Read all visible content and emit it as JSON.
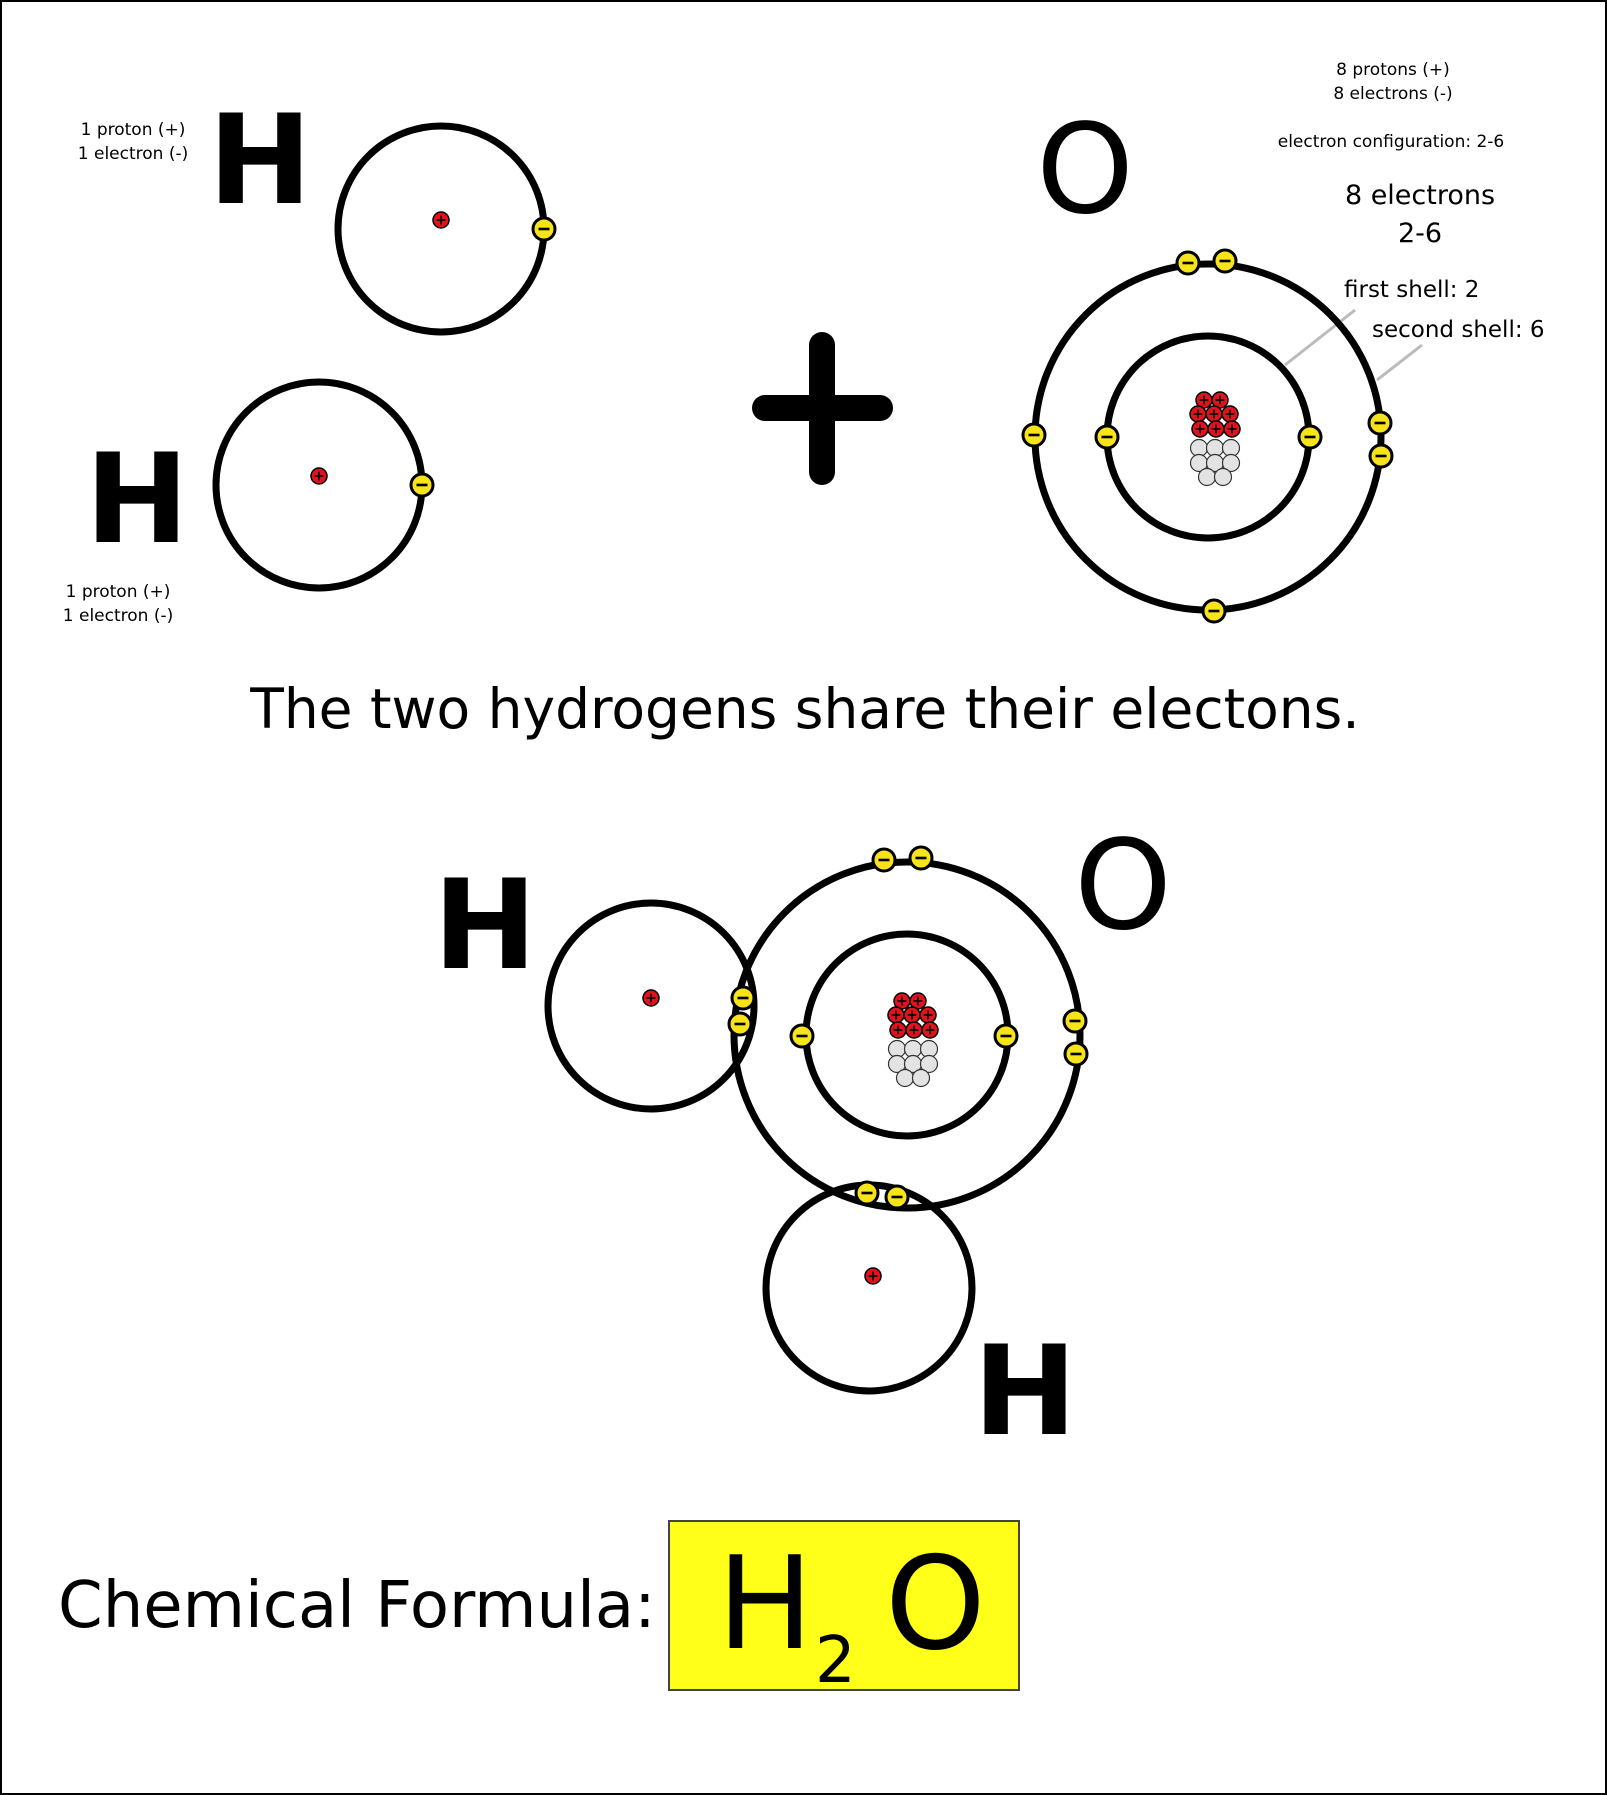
{
  "page": {
    "background": "#ffffff",
    "border_color": "#000000"
  },
  "colors": {
    "proton": "#e0121b",
    "electron": "#f7e31a",
    "neutron": "#e3e3e3",
    "formula_box": "#ffff1a",
    "shell": "#000000",
    "leader": "#bbbbbb"
  },
  "icons": {
    "proton": "plus-sign-in-red-circle",
    "electron": "minus-sign-in-yellow-circle",
    "neutron": "grey-circle"
  },
  "reactants": {
    "hydrogen_top": {
      "symbol": "H",
      "info": [
        "1 proton (+)",
        "1 electron (-)"
      ]
    },
    "hydrogen_bottom": {
      "symbol": "H",
      "info": [
        "1 proton (+)",
        "1 electron (-)"
      ]
    },
    "plus": "+",
    "oxygen": {
      "symbol": "O",
      "info": [
        "8 protons (+)",
        "8 electrons (-)"
      ],
      "configuration": "electron configuration: 2-6",
      "electron_count": "8 electrons",
      "electron_split": "2-6",
      "first_shell": "first shell: 2",
      "second_shell": "second shell: 6"
    }
  },
  "caption": "The two hydrogens share their electons.",
  "product": {
    "h_left": "H",
    "o": "O",
    "h_bottom": "H"
  },
  "formula": {
    "label": "Chemical Formula:",
    "h": "H",
    "sub": "2",
    "o": "O"
  }
}
